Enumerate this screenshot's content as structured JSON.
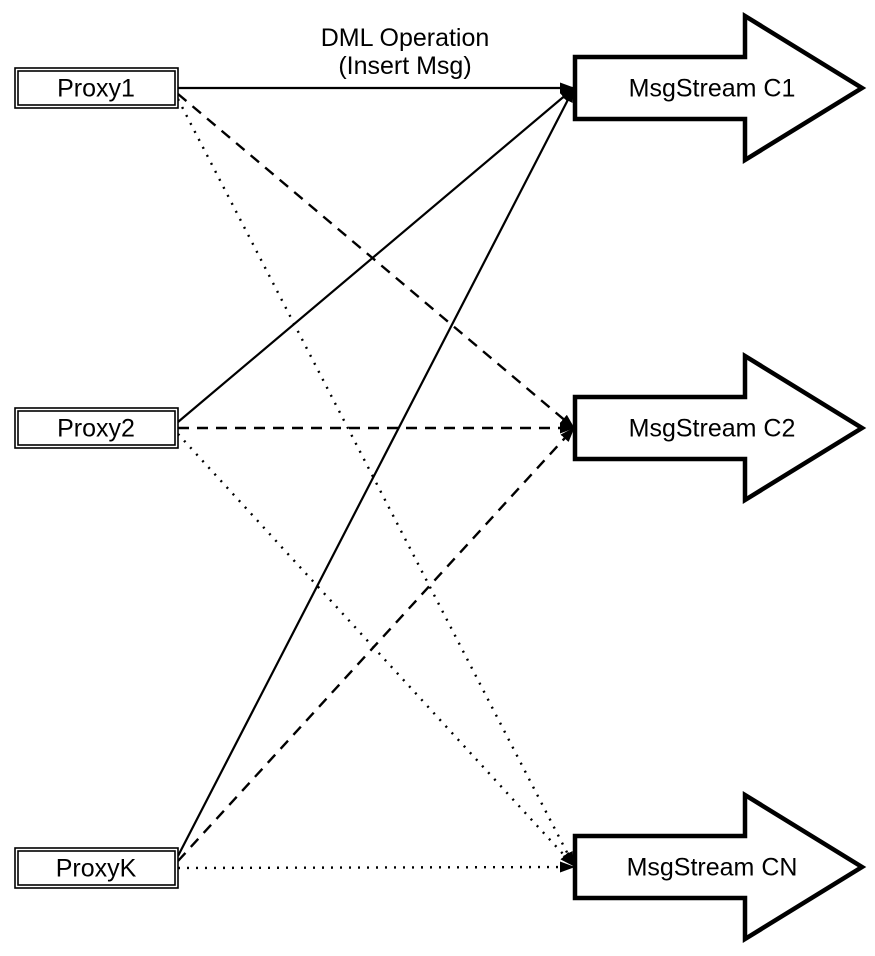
{
  "diagram": {
    "annotation": {
      "line1": "DML Operation",
      "line2": "(Insert Msg)"
    },
    "proxies": [
      {
        "id": "proxy1",
        "label": "Proxy1"
      },
      {
        "id": "proxy2",
        "label": "Proxy2"
      },
      {
        "id": "proxyk",
        "label": "ProxyK"
      }
    ],
    "streams": [
      {
        "id": "c1",
        "label": "MsgStream C1"
      },
      {
        "id": "c2",
        "label": "MsgStream C2"
      },
      {
        "id": "cn",
        "label": "MsgStream CN"
      }
    ],
    "edges": [
      {
        "from": "Proxy1",
        "to": "MsgStream C1",
        "style": "solid"
      },
      {
        "from": "Proxy1",
        "to": "MsgStream C2",
        "style": "dashed"
      },
      {
        "from": "Proxy1",
        "to": "MsgStream CN",
        "style": "dotted"
      },
      {
        "from": "Proxy2",
        "to": "MsgStream C1",
        "style": "solid"
      },
      {
        "from": "Proxy2",
        "to": "MsgStream C2",
        "style": "dashed"
      },
      {
        "from": "Proxy2",
        "to": "MsgStream CN",
        "style": "dotted"
      },
      {
        "from": "ProxyK",
        "to": "MsgStream C1",
        "style": "solid"
      },
      {
        "from": "ProxyK",
        "to": "MsgStream C2",
        "style": "dashed"
      },
      {
        "from": "ProxyK",
        "to": "MsgStream CN",
        "style": "dotted"
      }
    ],
    "colors": {
      "stroke": "#000000",
      "fill": "#ffffff"
    }
  }
}
